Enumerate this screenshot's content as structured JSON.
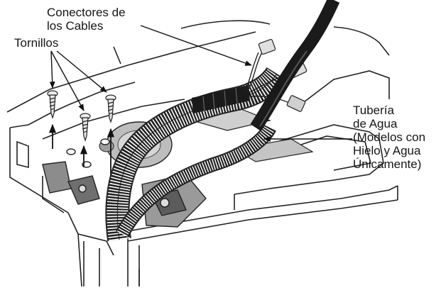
{
  "labels": {
    "connectors": [
      "Conectores de",
      "los Cables"
    ],
    "screws": "Tornillos",
    "water_tube": [
      "Tubería",
      "de Agua",
      "(Modelos con",
      "Hielo y Agua",
      "Únicamente)"
    ]
  },
  "icons": [
    "screw-icon",
    "cable-connector-icon",
    "arrow-up-icon",
    "leader-arrow-icon"
  ]
}
